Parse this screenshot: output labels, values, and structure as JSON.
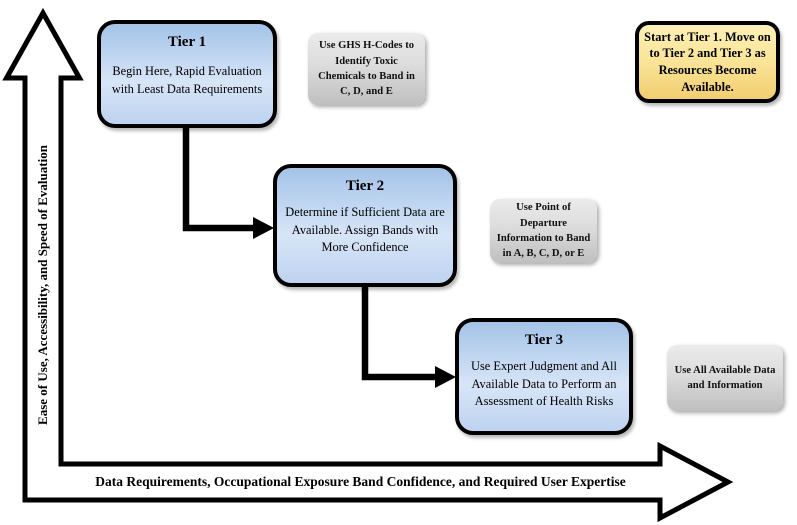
{
  "axes": {
    "y_label": "Ease of Use, Accessibility, and Speed of Evaluation",
    "x_label": "Data Requirements, Occupational Exposure Band Confidence, and Required User Expertise"
  },
  "tiers": [
    {
      "title": "Tier 1",
      "description": "Begin Here, Rapid Evaluation with Least Data Requirements"
    },
    {
      "title": "Tier 2",
      "description": "Determine if Sufficient Data are Available. Assign Bands with More Confidence"
    },
    {
      "title": "Tier 3",
      "description": "Use Expert Judgment and All Available Data to Perform an Assessment of Health Risks"
    }
  ],
  "notes": [
    {
      "text": "Use GHS H-Codes to Identify Toxic Chemicals to Band in C, D, and E"
    },
    {
      "text": "Use Point of Departure Information to Band in A, B, C, D, or E"
    },
    {
      "text": "Use All Available Data and Information"
    }
  ],
  "callout": {
    "text": "Start at Tier 1. Move on to Tier 2 and Tier 3 as Resources Become Available."
  },
  "colors": {
    "tier_box_top": "#a4c3e8",
    "tier_box_mid": "#d7e5f7",
    "tier_box_bottom": "#bed3f0",
    "box_border": "#000000",
    "note_top": "#ebebeb",
    "note_bottom": "#bfbfbf",
    "callout_top": "#fdf1b6",
    "callout_bottom": "#f2ce70",
    "axis_arrow_fill": "#ffffff",
    "axis_arrow_outline": "#000000",
    "connector": "#000000"
  }
}
